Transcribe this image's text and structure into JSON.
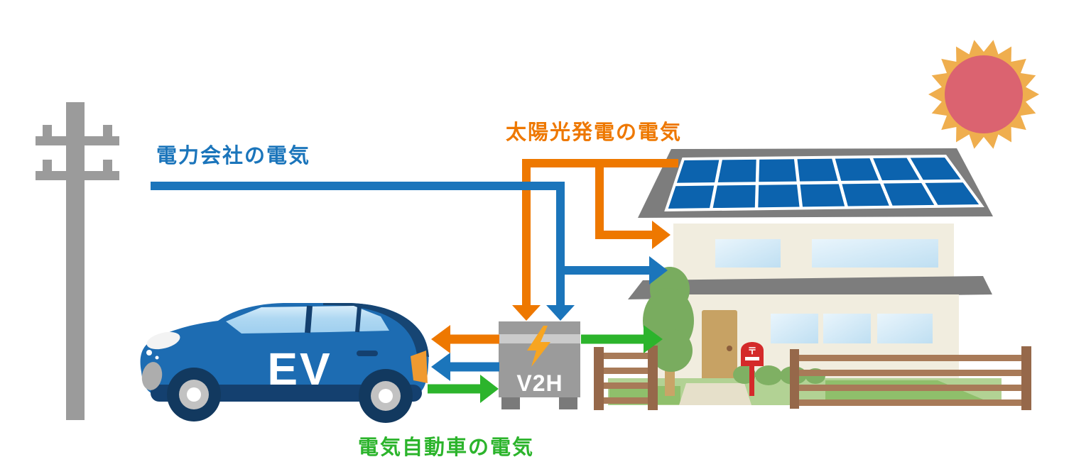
{
  "labels": {
    "grid_power": {
      "text": "電力会社の電気",
      "color": "#1B75BB"
    },
    "solar_power": {
      "text": "太陽光発電の電気",
      "color": "#EE7800"
    },
    "ev_power": {
      "text": "電気自動車の電気",
      "color": "#2CB42C"
    }
  },
  "v2h_unit": {
    "label": "V2H"
  },
  "ev_car": {
    "label": "EV"
  },
  "mailbox": {
    "postal_mark": "〒"
  },
  "flows": [
    {
      "from": "electric-utility-grid",
      "to": "v2h-unit",
      "color": "#1B75BB"
    },
    {
      "from": "electric-utility-grid",
      "to": "house",
      "color": "#1B75BB"
    },
    {
      "from": "solar-panel",
      "to": "v2h-unit",
      "color": "#EE7800"
    },
    {
      "from": "solar-panel",
      "to": "house",
      "color": "#EE7800"
    },
    {
      "from": "v2h-unit",
      "to": "ev-car",
      "color": "#EE7800"
    },
    {
      "from": "v2h-unit",
      "to": "ev-car",
      "color": "#1B75BB"
    },
    {
      "from": "ev-car",
      "to": "v2h-unit",
      "color": "#2CB42C"
    },
    {
      "from": "v2h-unit",
      "to": "house",
      "color": "#2CB42C"
    }
  ],
  "colors": {
    "grid_blue": "#1B75BB",
    "solar_orange": "#EE7800",
    "ev_green": "#2CB42C",
    "pole_gray": "#9B9B9B",
    "v2h_gray": "#9B9B9B",
    "roof_gray": "#7D7D7D",
    "solar_panel_blue": "#0C63AE",
    "house_wall_cream": "#F1EDDF",
    "window_blue": "#C9E4F5",
    "car_body_blue": "#1D6CB2",
    "car_dark_navy": "#14406F",
    "sun_rays": "#EFAE4E",
    "sun_core": "#DB6370",
    "fence_brown": "#A87A58",
    "door_tan": "#C7A264",
    "mailbox_red": "#D42A2A",
    "bolt_amber": "#F7A521",
    "tree_green": "#79AC5F",
    "grass_green": "#B2D294"
  }
}
